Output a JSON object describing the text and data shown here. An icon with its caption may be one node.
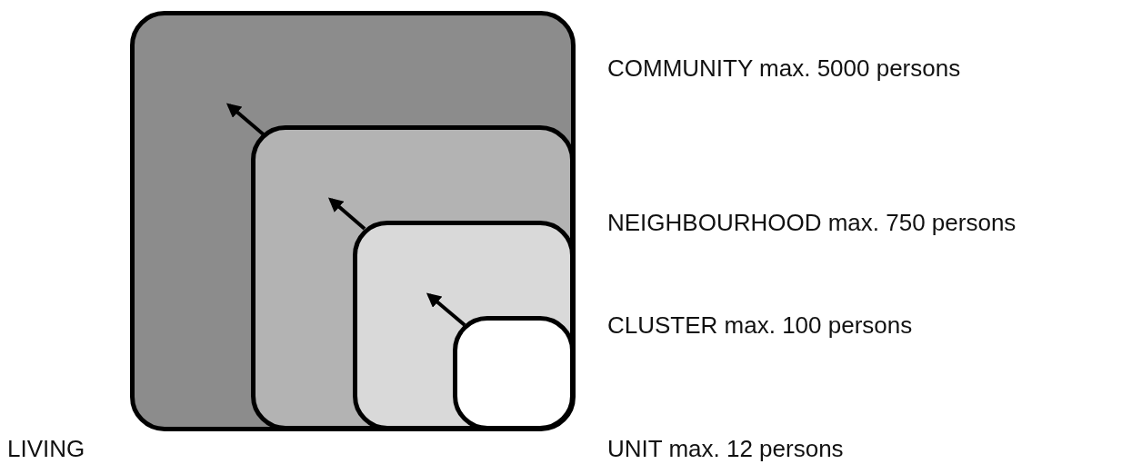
{
  "diagram": {
    "nodes": [
      {
        "text": [],
        "shape": "box",
        "beside": [
          "COMMUNITY max. 5000 persons"
        ]
      },
      {
        "text": [],
        "shape": "box",
        "in": 0,
        "beside": [
          "NEIGHBOURHOOD max. 750 persons"
        ]
      },
      {
        "text": [],
        "shape": "box",
        "in": 1,
        "beside": [
          "CLUSTER max. 100 persons"
        ]
      },
      {
        "text": [],
        "shape": "box",
        "in": 2,
        "beside": [
          "UNIT max. 12 persons"
        ]
      }
    ],
    "edges": [],
    "labels": [
      "LIVING"
    ]
  }
}
